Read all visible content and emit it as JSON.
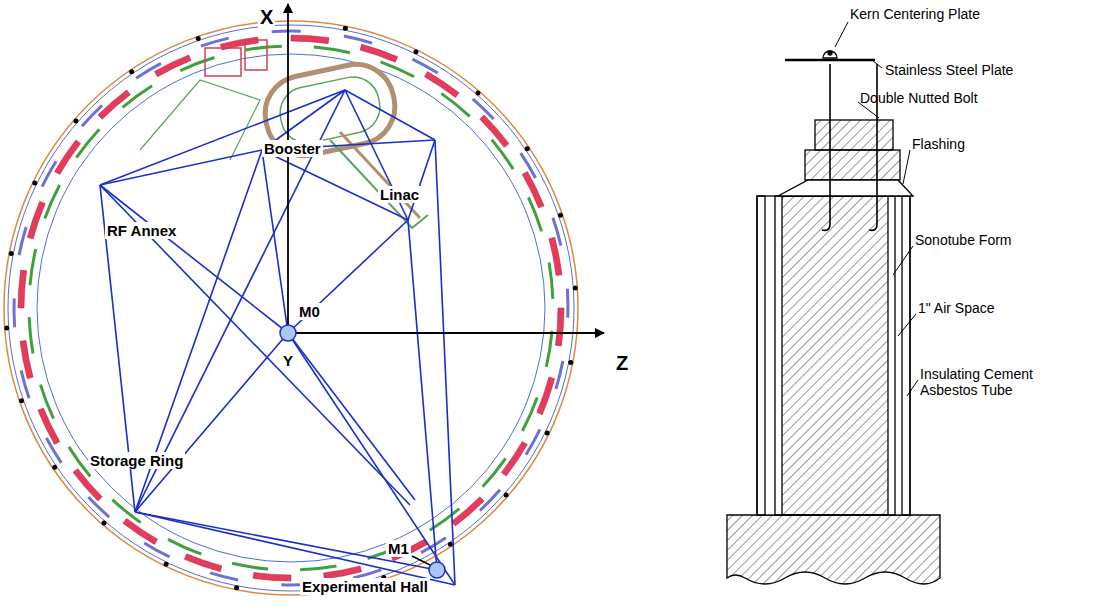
{
  "diagram": {
    "labels": [
      "X",
      "Booster",
      "Linac",
      "RF Annex",
      "M0",
      "Y",
      "Z",
      "Storage Ring",
      "M1",
      "Experimental Hall",
      "Kern Centering Plate",
      "Stainless Steel Plate",
      "Double Nutted Bolt",
      "Flashing",
      "Sonotube Form",
      "1\" Air Space",
      "Insulating Cement Asbestos Tube"
    ]
  }
}
